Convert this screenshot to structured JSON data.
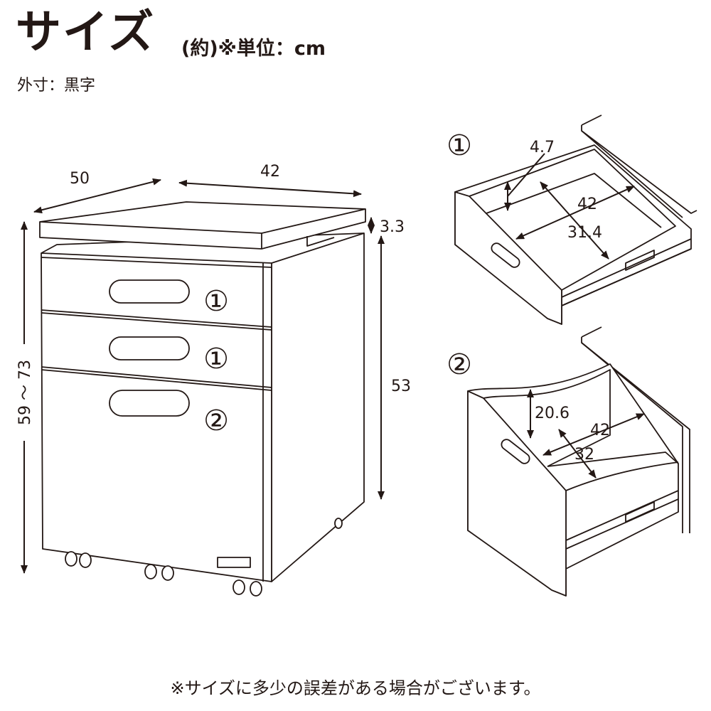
{
  "header": {
    "title": "サイズ",
    "unit": "(約)※単位：cm",
    "legend": "外寸：黒字"
  },
  "cabinet": {
    "width": "50",
    "depth": "42",
    "top_thickness": "3.3",
    "body_height": "53",
    "total_height": "59 ～ 73",
    "drawer_labels": [
      "①",
      "①",
      "②"
    ]
  },
  "drawer_1": {
    "label": "①",
    "height": "4.7",
    "depth": "42",
    "width": "31.4"
  },
  "drawer_2": {
    "label": "②",
    "height": "20.6",
    "depth": "42",
    "width": "32"
  },
  "footer": {
    "note": "※サイズに多少の誤差がある場合がございます。"
  }
}
